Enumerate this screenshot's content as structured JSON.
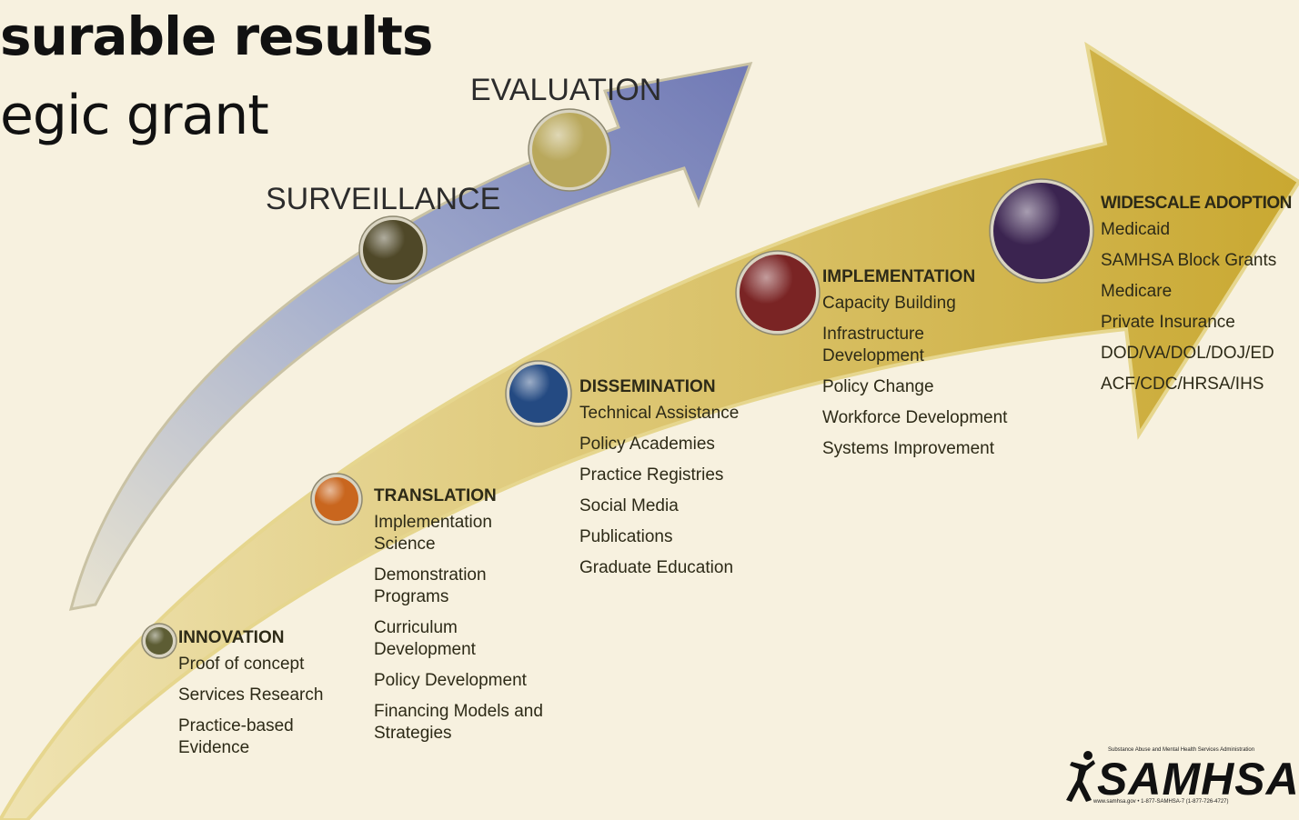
{
  "heading": {
    "line1": "surable results",
    "line2": "egic grant"
  },
  "upper_arrow": {
    "labels": [
      "SURVEILLANCE",
      "EVALUATION"
    ],
    "colors": {
      "start": "#e9e4d1",
      "mid": "#a4aece",
      "end": "#7079b5"
    }
  },
  "lower_arrow": {
    "colors": {
      "start": "#efe3b2",
      "end": "#c9a831"
    }
  },
  "circle_colors": {
    "surveillance": "#4f4828",
    "evaluation": "#b9a85c",
    "innovation": "#5d5d34",
    "translation": "#c9661e",
    "dissemination": "#244a82",
    "implementation": "#7a2424",
    "widescale": "#3b2450"
  },
  "stages": [
    {
      "title": "INNOVATION",
      "items": [
        "Proof of concept",
        "Services Research",
        "Practice-based Evidence"
      ]
    },
    {
      "title": "TRANSLATION",
      "items": [
        "Implementation Science",
        "Demonstration Programs",
        "Curriculum Development",
        "Policy Development",
        "Financing Models and Strategies"
      ]
    },
    {
      "title": "DISSEMINATION",
      "items": [
        "Technical Assistance",
        "Policy Academies",
        "Practice Registries",
        "Social Media",
        "Publications",
        "Graduate Education"
      ]
    },
    {
      "title": "IMPLEMENTATION",
      "items": [
        "Capacity Building",
        "Infrastructure Development",
        "Policy Change",
        "Workforce Development",
        "Systems Improvement"
      ]
    },
    {
      "title": "WIDESCALE ADOPTION",
      "items": [
        "Medicaid",
        "SAMHSA Block Grants",
        "Medicare",
        "Private Insurance",
        "DOD/VA/DOL/DOJ/ED",
        "ACF/CDC/HRSA/IHS"
      ]
    }
  ],
  "logo": {
    "name": "SAMHSA",
    "tagline": "Substance Abuse and Mental Health Services Administration",
    "contact": "www.samhsa.gov • 1-877-SAMHSA-7 (1-877-726-4727)"
  }
}
